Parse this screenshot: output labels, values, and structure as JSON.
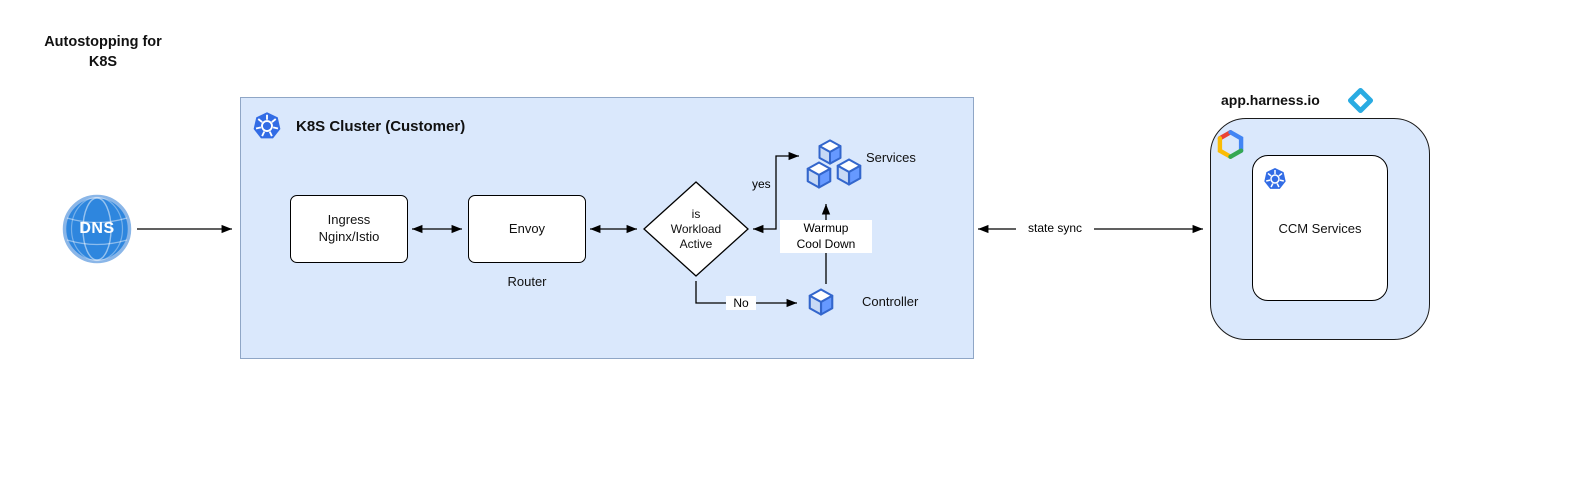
{
  "diagram": {
    "title": "Autostopping for\nK8S"
  },
  "nodes": {
    "dns": {
      "label": "DNS"
    },
    "cluster": {
      "title": "K8S Cluster (Customer)"
    },
    "ingress": {
      "label": "Ingress\nNginx/Istio"
    },
    "envoy": {
      "label": "Envoy",
      "caption": "Router"
    },
    "decision": {
      "label": "is\nWorkload\nActive"
    },
    "services": {
      "label": "Services"
    },
    "controller": {
      "label": "Controller"
    },
    "harness": {
      "title": "app.harness.io"
    },
    "ccm": {
      "label": "CCM Services"
    }
  },
  "edges": {
    "yes": "yes",
    "no": "No",
    "warmup": "Warmup\nCool Down",
    "state_sync": "state sync"
  },
  "colors": {
    "cluster_fill": "#dae8fc",
    "cluster_border": "#8fa6c6",
    "harness_fill": "#dae8fc",
    "kubernetes_blue": "#326ce5",
    "cube_blue": "#3366cc",
    "dns_blue": "#2e86de",
    "harness_logo_blue": "#29abe2",
    "line_color": "#000000"
  }
}
